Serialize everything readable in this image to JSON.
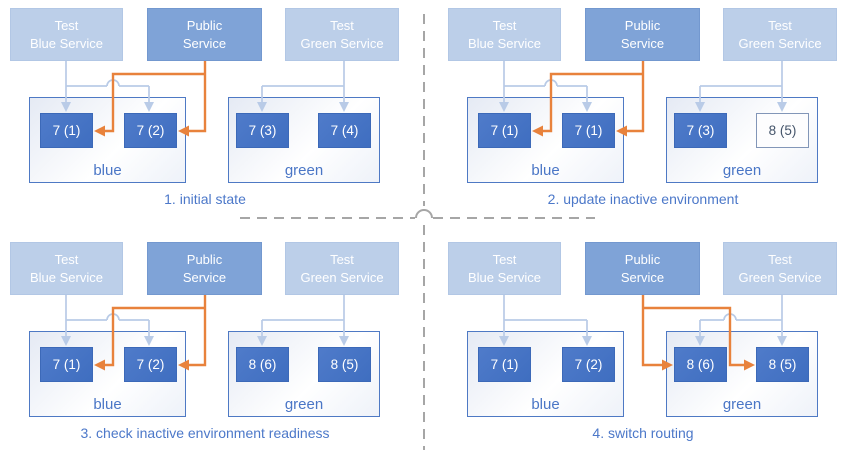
{
  "diagram": {
    "subject": "blue-green deployment steps",
    "colors": {
      "accent_blue": "#4472C4",
      "light_service_fill": "#BCCFE9",
      "public_service_fill": "#7FA3D7",
      "pod_fill": "#4472C4",
      "pod_text": "#FFFFFF",
      "outline_pod_border": "#8296B8",
      "outline_pod_text": "#44546A",
      "env_border": "#4E79C4",
      "env_label_text": "#4A76C6",
      "orange_arrow": "#E8823C",
      "light_arrow": "#B9CBE7",
      "caption_text": "#4C78C9",
      "divider_gray": "#A6A6A6"
    }
  },
  "panels": [
    {
      "caption": "1. initial state",
      "public_routes_to": "blue",
      "services": {
        "test_blue": {
          "line1": "Test",
          "line2": "Blue Service"
        },
        "public": {
          "line1": "Public",
          "line2": "Service"
        },
        "test_green": {
          "line1": "Test",
          "line2": "Green Service"
        }
      },
      "blue_env": {
        "label": "blue",
        "pods": [
          {
            "label": "7 (1)",
            "variant": "filled"
          },
          {
            "label": "7 (2)",
            "variant": "filled"
          }
        ]
      },
      "green_env": {
        "label": "green",
        "pods": [
          {
            "label": "7 (3)",
            "variant": "filled"
          },
          {
            "label": "7 (4)",
            "variant": "filled"
          }
        ]
      }
    },
    {
      "caption": "2. update inactive environment",
      "public_routes_to": "blue",
      "services": {
        "test_blue": {
          "line1": "Test",
          "line2": "Blue Service"
        },
        "public": {
          "line1": "Public",
          "line2": "Service"
        },
        "test_green": {
          "line1": "Test",
          "line2": "Green Service"
        }
      },
      "blue_env": {
        "label": "blue",
        "pods": [
          {
            "label": "7 (1)",
            "variant": "filled"
          },
          {
            "label": "7 (1)",
            "variant": "filled"
          }
        ]
      },
      "green_env": {
        "label": "green",
        "pods": [
          {
            "label": "7 (3)",
            "variant": "filled"
          },
          {
            "label": "8 (5)",
            "variant": "outline"
          }
        ]
      }
    },
    {
      "caption": "3. check inactive environment readiness",
      "public_routes_to": "blue",
      "services": {
        "test_blue": {
          "line1": "Test",
          "line2": "Blue Service"
        },
        "public": {
          "line1": "Public",
          "line2": "Service"
        },
        "test_green": {
          "line1": "Test",
          "line2": "Green Service"
        }
      },
      "blue_env": {
        "label": "blue",
        "pods": [
          {
            "label": "7 (1)",
            "variant": "filled"
          },
          {
            "label": "7 (2)",
            "variant": "filled"
          }
        ]
      },
      "green_env": {
        "label": "green",
        "pods": [
          {
            "label": "8 (6)",
            "variant": "filled"
          },
          {
            "label": "8 (5)",
            "variant": "filled"
          }
        ]
      }
    },
    {
      "caption": "4. switch routing",
      "public_routes_to": "green",
      "services": {
        "test_blue": {
          "line1": "Test",
          "line2": "Blue Service"
        },
        "public": {
          "line1": "Public",
          "line2": "Service"
        },
        "test_green": {
          "line1": "Test",
          "line2": "Green Service"
        }
      },
      "blue_env": {
        "label": "blue",
        "pods": [
          {
            "label": "7 (1)",
            "variant": "filled"
          },
          {
            "label": "7 (2)",
            "variant": "filled"
          }
        ]
      },
      "green_env": {
        "label": "green",
        "pods": [
          {
            "label": "8 (6)",
            "variant": "filled"
          },
          {
            "label": "8 (5)",
            "variant": "filled"
          }
        ]
      }
    }
  ]
}
